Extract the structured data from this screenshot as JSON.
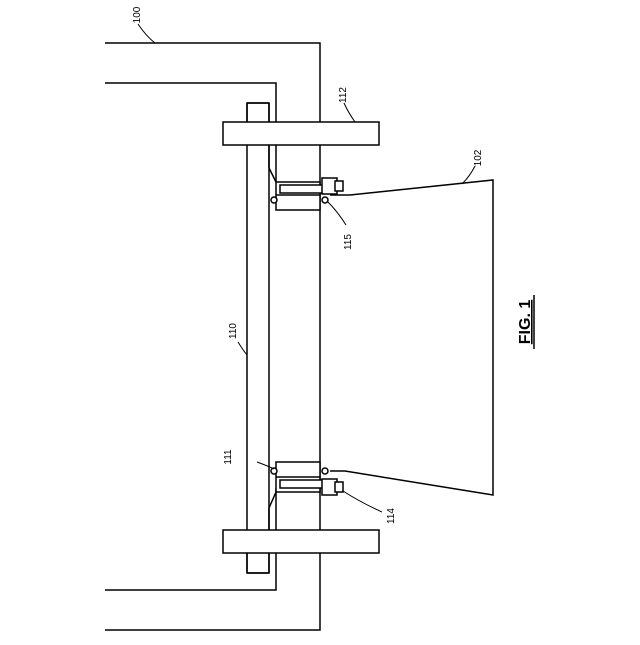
{
  "figure": {
    "title": "FIG. 1",
    "reference_numerals": {
      "r100": "100",
      "r102": "102",
      "r110": "110",
      "r111": "111",
      "r112": "112",
      "r114": "114",
      "r115": "115"
    }
  }
}
